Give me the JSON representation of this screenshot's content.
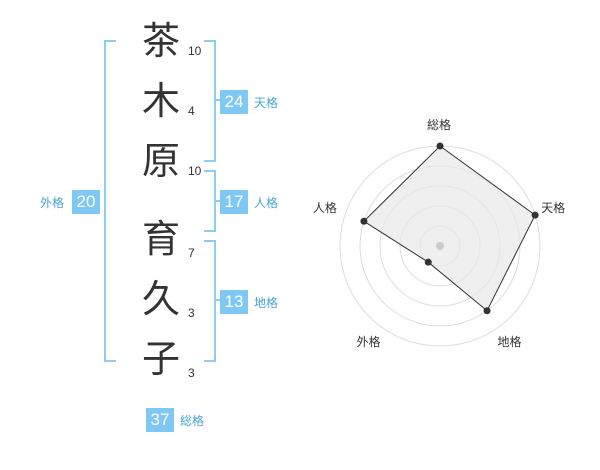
{
  "name_chars": [
    {
      "char": "茶",
      "strokes": "10"
    },
    {
      "char": "木",
      "strokes": "4"
    },
    {
      "char": "原",
      "strokes": "10"
    },
    {
      "char": "育",
      "strokes": "7"
    },
    {
      "char": "久",
      "strokes": "3"
    },
    {
      "char": "子",
      "strokes": "3"
    }
  ],
  "fortunes": {
    "tenkaku": {
      "value": "24",
      "label": "天格"
    },
    "jinkaku": {
      "value": "17",
      "label": "人格"
    },
    "chikaku": {
      "value": "13",
      "label": "地格"
    },
    "gaikaku": {
      "value": "20",
      "label": "外格"
    },
    "soukaku": {
      "value": "37",
      "label": "総格"
    }
  },
  "chart_data": {
    "type": "radar",
    "axes": [
      "総格",
      "天格",
      "地格",
      "外格",
      "人格"
    ],
    "values": [
      5,
      5,
      4,
      1,
      4
    ],
    "max": 5,
    "rings": 5,
    "colors": {
      "fill": "#e8e8e8",
      "stroke": "#333333",
      "ring": "#dddddd",
      "center": "#cccccc"
    }
  }
}
